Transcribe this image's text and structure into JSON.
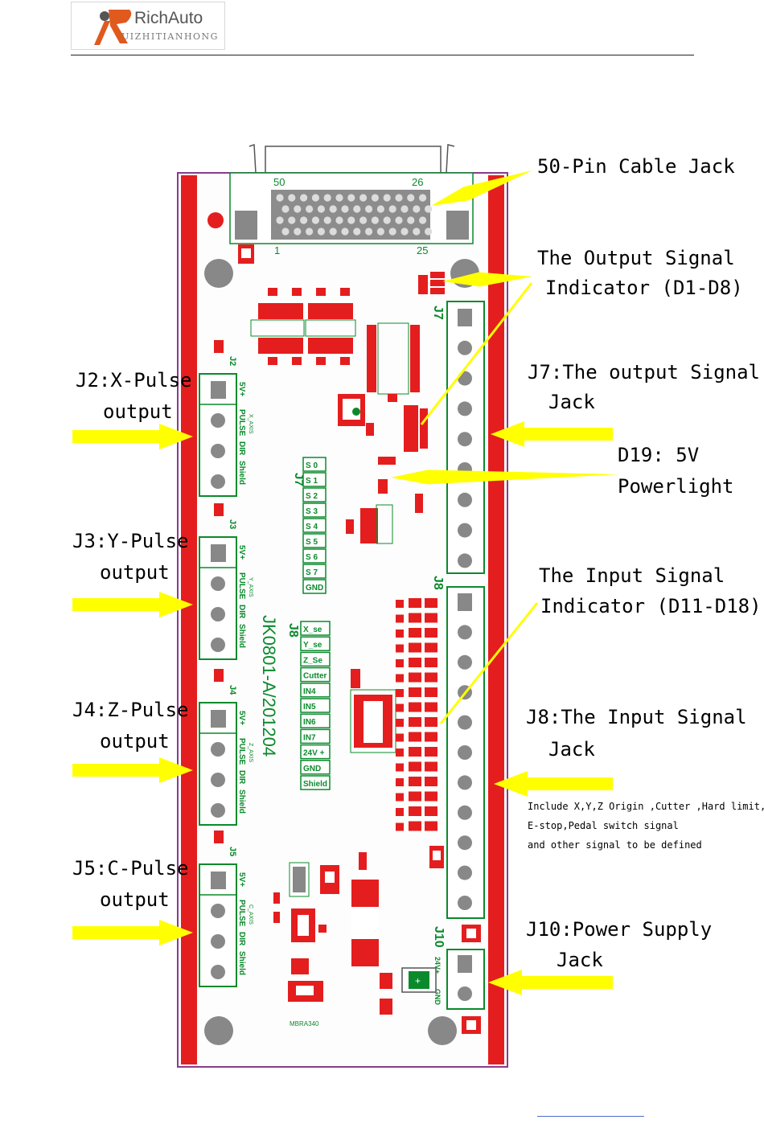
{
  "logo": {
    "name": "RichAuto",
    "sub": "UIZHITIANHONG"
  },
  "colors": {
    "pcb": "#e41e1e",
    "silk": "#0b8a2c",
    "arrow": "#ffff00",
    "board_bg": "#fdfdfd"
  },
  "board": {
    "cn50": {
      "n50": "50",
      "n26": "26",
      "n1": "1",
      "n25": "25"
    },
    "silk": {
      "model": "JK0801-A/201204",
      "j7": "J7",
      "j8": "J8",
      "j7b": "J7",
      "j8b": "J8",
      "j10": "J10",
      "mbr": "MBRA340",
      "j2": "J2",
      "j3": "J3",
      "j4": "J4",
      "j5": "J5"
    },
    "axis_labels": {
      "j2": [
        "5V+",
        "PULSE",
        "DIR",
        "Shield"
      ],
      "j3": [
        "5V+",
        "PULSE",
        "DIR",
        "Shield"
      ],
      "j4": [
        "5V+",
        "PULSE",
        "DIR",
        "Shield"
      ],
      "j5": [
        "5V+",
        "PULSE",
        "DIR",
        "Shield"
      ]
    },
    "axis_names": {
      "j2": "X_AXIS",
      "j3": "Y_AXIS",
      "j4": "Z_AXIS",
      "j5": "C_AXIS"
    },
    "j10_pins": [
      "24V+",
      "GND"
    ],
    "s_labels": [
      "S 0",
      "S 1",
      "S 2",
      "S 3",
      "S 4",
      "S 5",
      "S 6",
      "S 7",
      "GND"
    ],
    "in_labels": [
      "X_se",
      "Y_se",
      "Z_Se",
      "Cutter",
      "IN4",
      "IN5",
      "IN6",
      "IN7",
      "24V +",
      "GND",
      "Shield"
    ]
  },
  "callouts": {
    "cable": "50-Pin Cable Jack",
    "out_ind_1": "The Output Signal",
    "out_ind_2": "Indicator (D1-D8)",
    "j7_1": "J7:The output Signal",
    "j7_2": "Jack",
    "d19_1": "D19: 5V",
    "d19_2": "Powerlight",
    "in_ind_1": "The Input Signal",
    "in_ind_2": "Indicator (D11-D18)",
    "j8_1": "J8:The Input Signal",
    "j8_2": "Jack",
    "j8_note_1": "Include X,Y,Z Origin ,Cutter ,Hard limit,",
    "j8_note_2": "E-stop,Pedal switch signal",
    "j8_note_3": "and other signal to be defined",
    "j10_1": "J10:Power Supply",
    "j10_2": "Jack",
    "j2_1": "J2:X-Pulse",
    "j2_2": "output",
    "j3_1": "J3:Y-Pulse",
    "j3_2": "output",
    "j4_1": "J4:Z-Pulse",
    "j4_2": "output",
    "j5_1": "J5:C-Pulse",
    "j5_2": "output"
  }
}
